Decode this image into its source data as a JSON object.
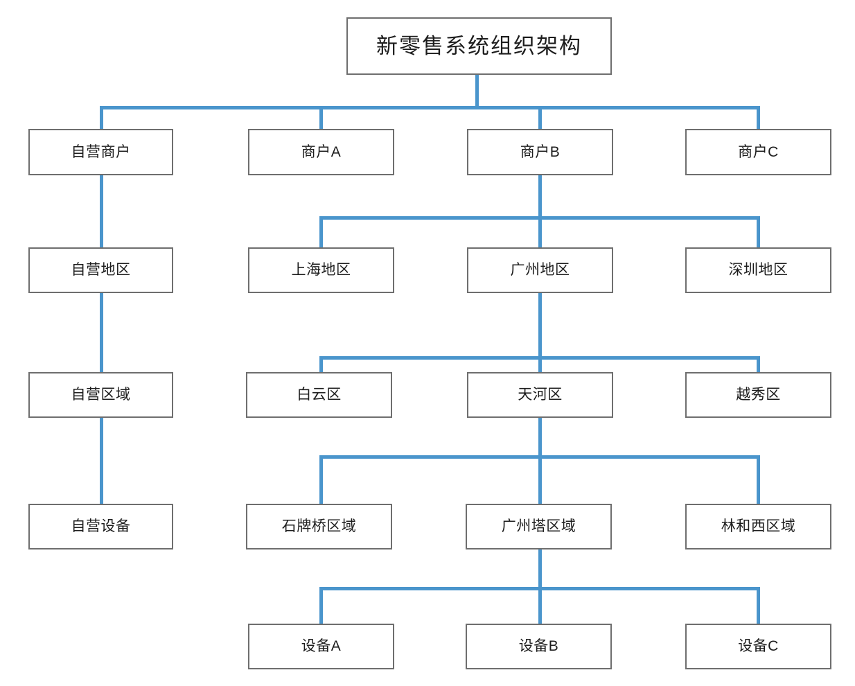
{
  "diagram": {
    "title_node": "新零售系统组织架构",
    "connector_color": "#4a95cc",
    "node_border_color": "#6e6e6e",
    "node_fill_color": "#ffffff",
    "text_color": "#1d1d1d",
    "background_color": "#ffffff",
    "levels": [
      {
        "name": "root",
        "labels": [
          "新零售系统组织架构"
        ]
      },
      {
        "name": "merchant",
        "labels": [
          "自营商户",
          "商户A",
          "商户B",
          "商户C"
        ]
      },
      {
        "name": "region",
        "labels": [
          "自营地区",
          "上海地区",
          "广州地区",
          "深圳地区"
        ]
      },
      {
        "name": "district",
        "labels": [
          "自营区域",
          "白云区",
          "天河区",
          "越秀区"
        ]
      },
      {
        "name": "zone",
        "labels": [
          "自营设备",
          "石牌桥区域",
          "广州塔区域",
          "林和西区域"
        ]
      },
      {
        "name": "device",
        "labels": [
          "设备A",
          "设备B",
          "设备C"
        ]
      }
    ],
    "nodes": {
      "root": "新零售系统组织架构",
      "merchant_self": "自营商户",
      "merchant_a": "商户A",
      "merchant_b": "商户B",
      "merchant_c": "商户C",
      "region_self": "自营地区",
      "region_shanghai": "上海地区",
      "region_guangzhou": "广州地区",
      "region_shenzhen": "深圳地区",
      "district_self": "自营区域",
      "district_baiyun": "白云区",
      "district_tianhe": "天河区",
      "district_yuexiu": "越秀区",
      "zone_self": "自营设备",
      "zone_shipaiqiao": "石牌桥区域",
      "zone_cantontower": "广州塔区域",
      "zone_linhexi": "林和西区域",
      "device_a": "设备A",
      "device_b": "设备B",
      "device_c": "设备C"
    }
  }
}
